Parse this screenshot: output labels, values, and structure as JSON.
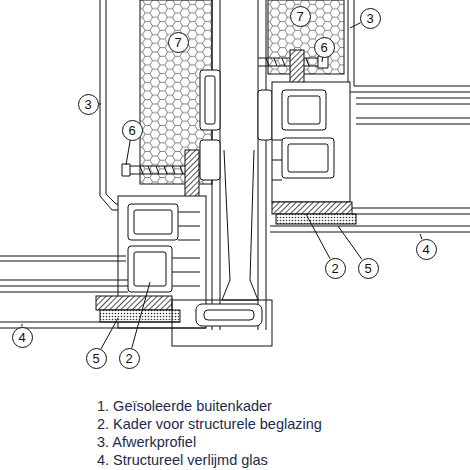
{
  "diagram": {
    "nodes": [
      {
        "text": [
          "7"
        ]
      },
      {
        "text": [
          "3"
        ]
      },
      {
        "text": [
          "7"
        ]
      },
      {
        "text": [
          "6"
        ]
      },
      {
        "text": [
          "3"
        ]
      },
      {
        "text": [
          "6"
        ]
      },
      {
        "text": [
          "4"
        ]
      },
      {
        "text": [
          "2"
        ]
      },
      {
        "text": [
          "5"
        ]
      },
      {
        "text": [
          "4"
        ]
      },
      {
        "text": [
          "5"
        ]
      },
      {
        "text": [
          "2"
        ]
      }
    ],
    "labels": [
      "1. Geïsoleerde buitenkader",
      "2. Kader voor structurele beglazing",
      "3. Afwerkprofiel",
      "4. Structureel verlijmd glas"
    ]
  }
}
